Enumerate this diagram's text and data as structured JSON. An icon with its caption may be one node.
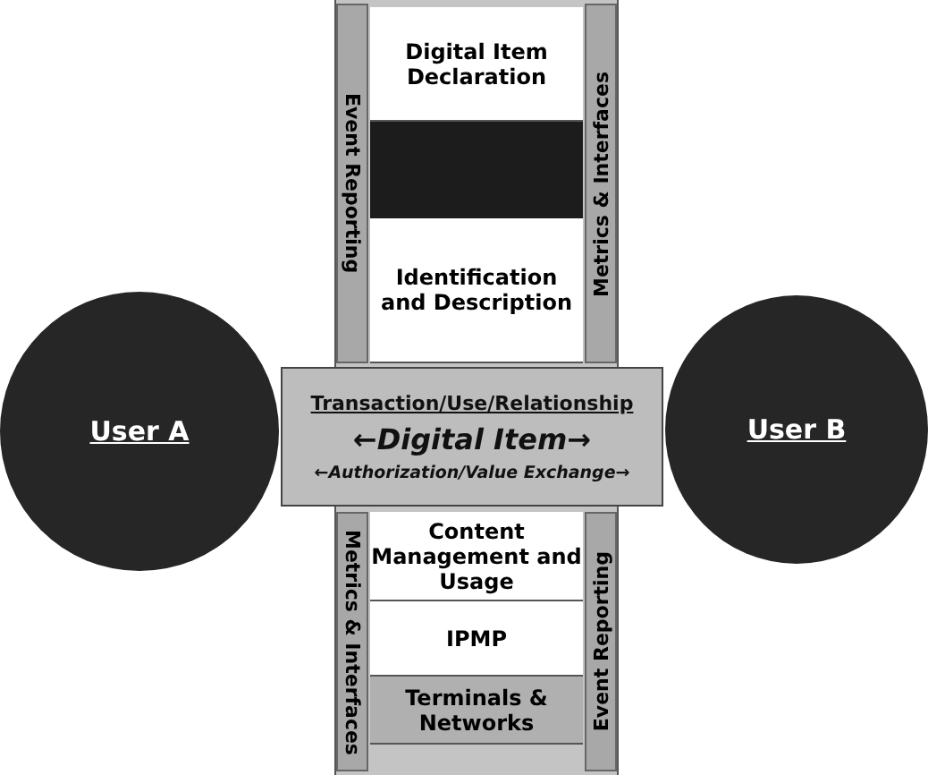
{
  "diagram": {
    "nodes": [
      {
        "text": [
          "User A"
        ]
      },
      {
        "text": [
          "User B"
        ]
      },
      {
        "text": [
          "Transaction/Use/Relationship",
          "←Digital Item→",
          "←Authorization/Value Exchange→"
        ]
      },
      {
        "text": [
          "Event Reporting"
        ]
      },
      {
        "text": [
          "Metrics & Interfaces"
        ]
      },
      {
        "text": [
          "Digital Item Declaration"
        ]
      },
      {
        "text": [],
        "shape": "box"
      },
      {
        "text": [
          "Identification and Description"
        ]
      },
      {
        "text": [
          "Content Management and Usage"
        ]
      },
      {
        "text": [
          "IPMP"
        ]
      },
      {
        "text": [
          "Terminals & Networks"
        ]
      },
      {
        "text": [
          "Metrics & Interfaces"
        ]
      },
      {
        "text": [
          "Event Reporting"
        ]
      }
    ],
    "edges": []
  }
}
